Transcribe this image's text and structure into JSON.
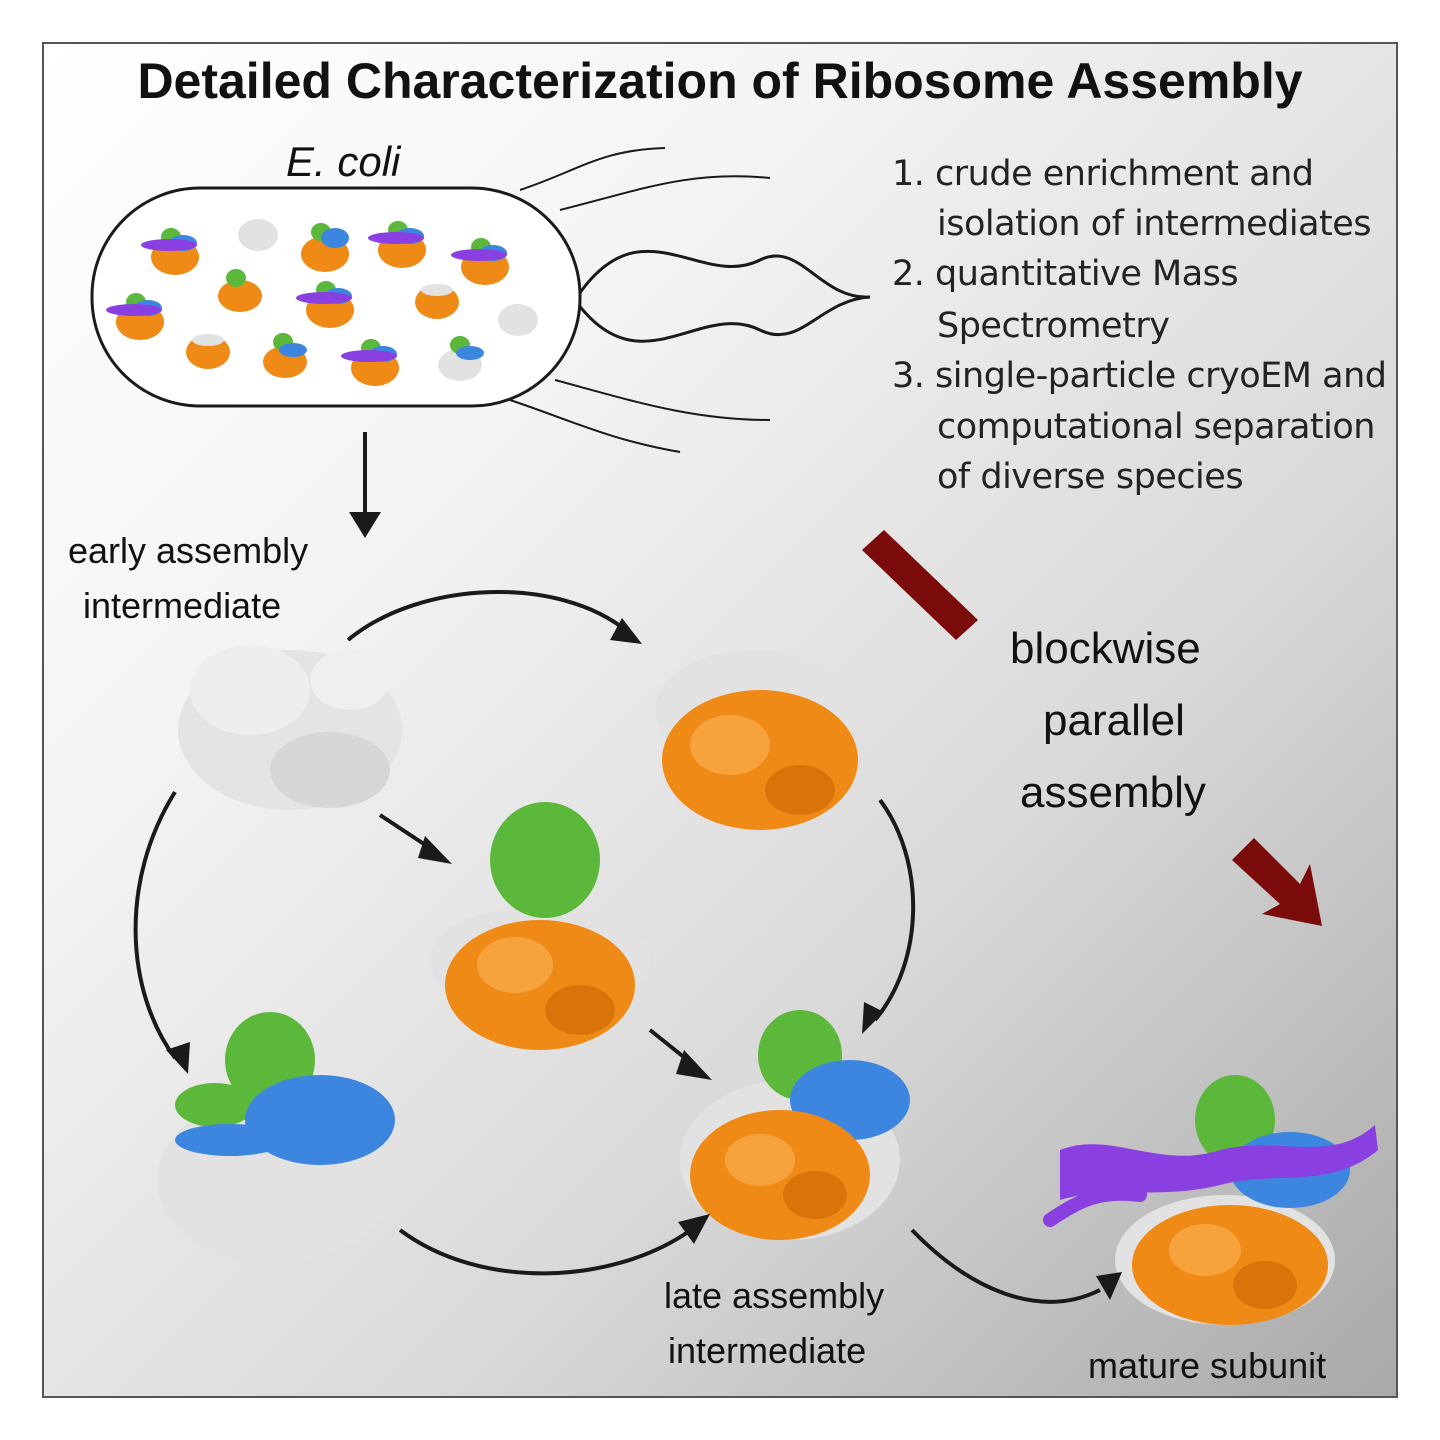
{
  "title": "Detailed Characterization of Ribosome Assembly",
  "organism": "E. coli",
  "steps": [
    {
      "num": "1.",
      "line1": "crude enrichment and",
      "line2": "isolation of intermediates"
    },
    {
      "num": "2.",
      "line1": "quantitative Mass",
      "line2": "Spectrometry"
    },
    {
      "num": "3.",
      "line1": "single-particle cryoEM and",
      "line2": "computational separation",
      "line3": "of diverse species"
    }
  ],
  "labels": {
    "early": [
      "early assembly",
      "intermediate"
    ],
    "late": [
      "late assembly",
      "intermediate"
    ],
    "mature": "mature subunit",
    "blockwise": [
      "blockwise",
      "parallel",
      "assembly"
    ]
  },
  "colors": {
    "white_block": "#e2e2e2",
    "orange_block": "#f08a16",
    "green_block": "#5cb83a",
    "blue_block": "#3d86e0",
    "purple_block": "#8a3fe0",
    "red_arrow": "#7b0a0a",
    "black_arrow": "#1a1a1a"
  }
}
